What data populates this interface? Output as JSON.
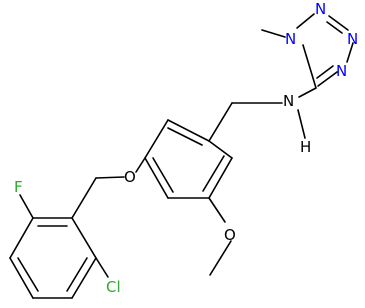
{
  "labels": {
    "n1": "N",
    "n2": "N",
    "n3": "N",
    "n4": "N",
    "methyl_n": "N",
    "amine_n": "N",
    "amine_h": "H",
    "ether_o": "O",
    "methoxy_o": "O",
    "fluorine": "F",
    "chlorine": "Cl"
  },
  "colors": {
    "nitrogen": "#0000ff",
    "halogen": "#2eaa2e",
    "bond": "#000000"
  }
}
